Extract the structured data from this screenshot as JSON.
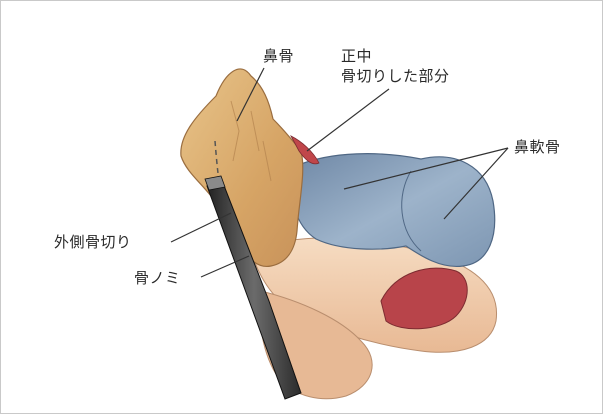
{
  "labels": {
    "nasal_bone": "鼻骨",
    "medial_osteotomy_line1": "正中",
    "medial_osteotomy_line2": "骨切りした部分",
    "nasal_cartilage": "鼻軟骨",
    "lateral_osteotomy": "外側骨切り",
    "osteotome": "骨ノミ"
  },
  "colors": {
    "bone": "#dcae6e",
    "cartilage": "#8ea6bf",
    "skin": "#f0caa8",
    "nostril": "#b8444a",
    "instrument": "#3a3a3a",
    "leader_line": "#333333"
  }
}
